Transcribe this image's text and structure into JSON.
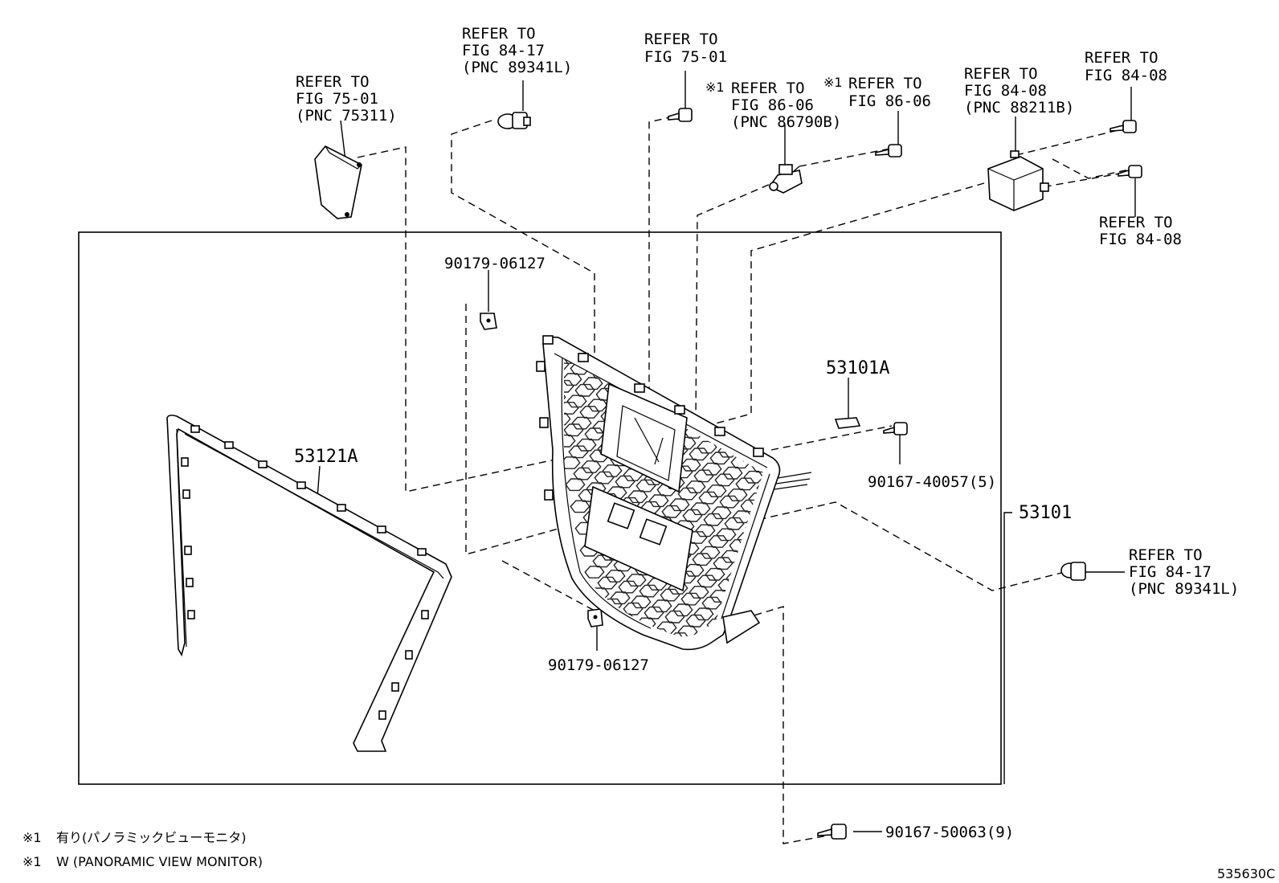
{
  "diagram_id": "535630C",
  "refs": {
    "r_bumper_cover": [
      "REFER TO",
      "FIG 75-01",
      "(PNC 75311)"
    ],
    "r_sensor_top": [
      "REFER TO",
      "FIG 84-17",
      "(PNC 89341L)"
    ],
    "r_bolt_top": [
      "REFER TO",
      "FIG 75-01"
    ],
    "r_camera": [
      "REFER TO",
      "FIG 86-06",
      "(PNC 86790B)"
    ],
    "r_camera_mark": "※1",
    "r_screw_camera": [
      "REFER TO",
      "FIG 86-06"
    ],
    "r_screw_camera_mark": "※1",
    "r_radar": [
      "REFER TO",
      "FIG 84-08",
      "(PNC 88211B)"
    ],
    "r_radar_bolt_top": [
      "REFER TO",
      "FIG 84-08"
    ],
    "r_radar_bolt_bottom": [
      "REFER TO",
      "FIG 84-08"
    ],
    "r_sensor_right": [
      "REFER TO",
      "FIG 84-17",
      "(PNC 89341L)"
    ]
  },
  "parts": {
    "clip_top": "90179-06127",
    "clip_bottom": "90179-06127",
    "moulding": "53121A",
    "emblem_base": "53101A",
    "screw_upper": "90167-40057(5)",
    "grille": "53101",
    "screw_lower": "90167-50063(9)"
  },
  "notes": [
    {
      "mark": "※1",
      "text": "有り(パノラミックビューモニタ)"
    },
    {
      "mark": "※1",
      "text": "W (PANORAMIC VIEW MONITOR)"
    }
  ]
}
